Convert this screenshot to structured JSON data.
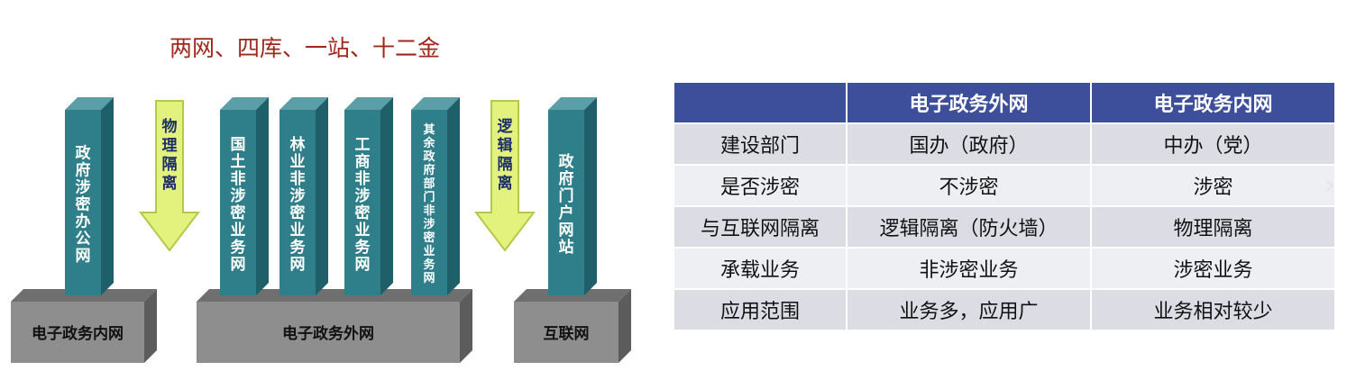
{
  "diagram": {
    "title": "两网、四库、一站、十二金",
    "bases": [
      {
        "id": "inner",
        "label": "电子政务内网"
      },
      {
        "id": "outer",
        "label": "电子政务外网"
      },
      {
        "id": "internet",
        "label": "互联网"
      }
    ],
    "pillars": [
      {
        "id": "gov-secret-office",
        "label": "政府涉密办公网"
      },
      {
        "id": "land-nonsecret",
        "label": "国土非涉密业务网"
      },
      {
        "id": "forestry-nonsecret",
        "label": "林业非涉密业务网"
      },
      {
        "id": "commerce-nonsecret",
        "label": "工商非涉密业务网"
      },
      {
        "id": "other-gov-nonsecret",
        "label": "其余政府部门非涉密业务网"
      },
      {
        "id": "gov-portal",
        "label": "政府门户网站"
      }
    ],
    "arrows": [
      {
        "id": "physical-isolation",
        "label": "物理隔离"
      },
      {
        "id": "logical-isolation",
        "label": "逻辑隔离"
      }
    ],
    "colors": {
      "title": "#a0271c",
      "pillar_front": "#2f7f8b",
      "pillar_side": "#1f5f6a",
      "pillar_top": "#5a9ea8",
      "base_front": "#8e8e8e",
      "base_top": "#6f6f6f",
      "base_side": "#5c5c5c",
      "arrow_fill": "#e3f27d",
      "arrow_stroke": "#b4c84a",
      "arrow_text": "#1d2f6b"
    }
  },
  "table": {
    "headers": [
      "",
      "电子政务外网",
      "电子政务内网"
    ],
    "rows": [
      [
        "建设部门",
        "国办（政府）",
        "中办（党）"
      ],
      [
        "是否涉密",
        "不涉密",
        "涉密"
      ],
      [
        "与互联网隔离",
        "逻辑隔离（防火墙）",
        "物理隔离"
      ],
      [
        "承载业务",
        "非涉密业务",
        "涉密业务"
      ],
      [
        "应用范围",
        "业务多，应用广",
        "业务相对较少"
      ]
    ],
    "colors": {
      "header_bg": "#3d4e9b",
      "row_odd": "#dcdde4",
      "row_even": "#eeeff3"
    }
  },
  "nav": {
    "next_glyph": "›"
  }
}
